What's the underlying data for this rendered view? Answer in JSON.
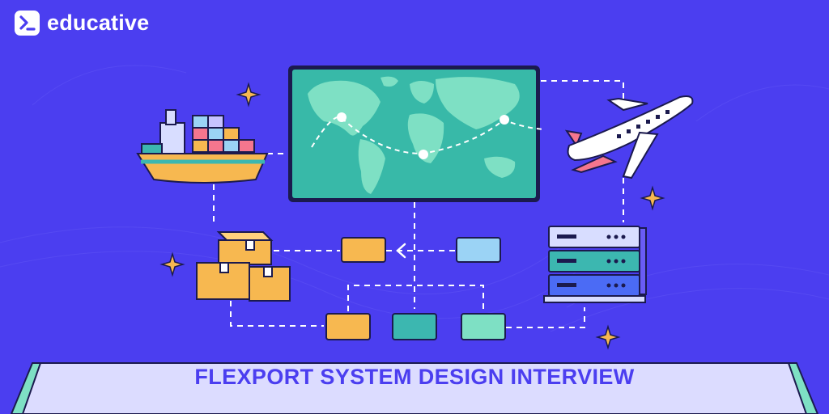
{
  "brand": {
    "name": "educative",
    "icon": "terminal-prompt-icon"
  },
  "title": "FLEXPORT SYSTEM DESIGN INTERVIEW",
  "colors": {
    "background": "#4b3ef0",
    "title_band": "#dcdcff",
    "title_text": "#4b3ef0",
    "outline": "#1b1a4e",
    "map_ocean": "#38b9a8",
    "map_land": "#7ee0c4",
    "box_orange": "#f7b850",
    "box_teal": "#3cb7b0",
    "box_mint": "#7ee0c4",
    "box_lightblue": "#9bd3f5"
  },
  "illustration": {
    "elements": [
      "cargo-ship",
      "world-map",
      "airplane",
      "cardboard-boxes",
      "server-rack",
      "flow-boxes",
      "sparkles"
    ]
  }
}
